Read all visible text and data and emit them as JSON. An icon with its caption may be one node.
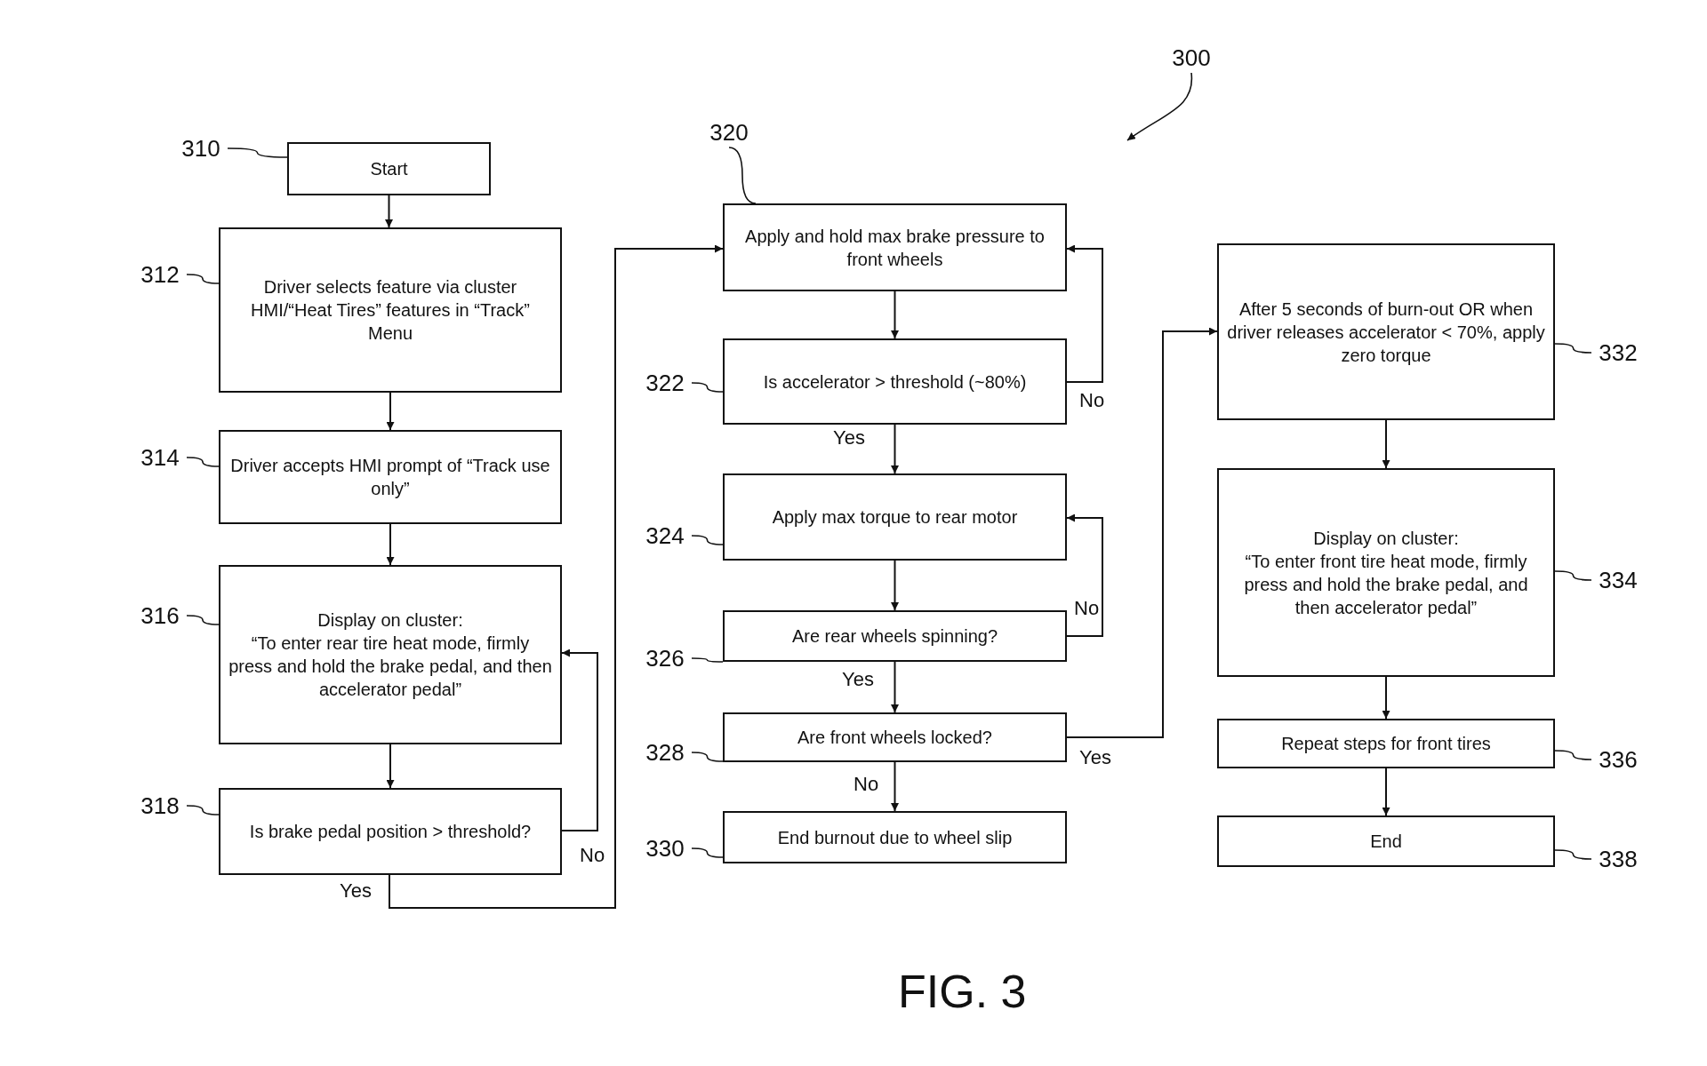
{
  "diagram": {
    "caption": "FIG. 3",
    "nodes": [
      {
        "text": [
          "Start"
        ]
      },
      {
        "text": [
          "Driver selects feature via cluster HMI/“Heat Tires” features in “Track” Menu"
        ]
      },
      {
        "text": [
          "Driver accepts HMI prompt of “Track use only”"
        ]
      },
      {
        "text": [
          "Display on cluster:",
          "“To enter rear tire heat mode, firmly press and hold the brake pedal, and then accelerator pedal”"
        ]
      },
      {
        "text": [
          "Is brake pedal position > threshold?"
        ]
      },
      {
        "text": [
          "Apply and hold max brake pressure to front wheels"
        ]
      },
      {
        "text": [
          "Is accelerator > threshold (~80%)"
        ]
      },
      {
        "text": [
          "Apply max torque to rear motor"
        ]
      },
      {
        "text": [
          "Are rear wheels spinning?"
        ]
      },
      {
        "text": [
          "Are front wheels locked?"
        ]
      },
      {
        "text": [
          "End burnout due to wheel slip"
        ]
      },
      {
        "text": [
          "After 5 seconds of burn-out OR when driver releases accelerator < 70%, apply zero torque"
        ]
      },
      {
        "text": [
          "Display on cluster:",
          "“To enter front tire heat mode, firmly press and hold the brake pedal, and then accelerator pedal”"
        ]
      },
      {
        "text": [
          "Repeat steps for front tires"
        ]
      },
      {
        "text": [
          "End"
        ]
      },
      {
        "text": [
          "310"
        ]
      },
      {
        "text": [
          "312"
        ]
      },
      {
        "text": [
          "314"
        ]
      },
      {
        "text": [
          "316"
        ]
      },
      {
        "text": [
          "318"
        ]
      },
      {
        "text": [
          "320"
        ]
      },
      {
        "text": [
          "322"
        ]
      },
      {
        "text": [
          "324"
        ]
      },
      {
        "text": [
          "326"
        ]
      },
      {
        "text": [
          "328"
        ]
      },
      {
        "text": [
          "330"
        ]
      },
      {
        "text": [
          "332"
        ]
      },
      {
        "text": [
          "334"
        ]
      },
      {
        "text": [
          "336"
        ]
      },
      {
        "text": [
          "338"
        ]
      },
      {
        "text": [
          "300"
        ]
      }
    ],
    "edges": [
      {
        "from": 0,
        "to": 1,
        "arrow": "to"
      },
      {
        "from": 1,
        "to": 2,
        "arrow": "to"
      },
      {
        "from": 2,
        "to": 3,
        "arrow": "to"
      },
      {
        "from": 3,
        "to": 4,
        "arrow": "to"
      },
      {
        "from": 4,
        "to": 3,
        "arrow": "to",
        "label": "No"
      },
      {
        "from": 4,
        "to": 5,
        "arrow": "to",
        "label": "Yes"
      },
      {
        "from": 5,
        "to": 6,
        "arrow": "to"
      },
      {
        "from": 6,
        "to": 7,
        "arrow": "to",
        "label": "Yes"
      },
      {
        "from": 6,
        "to": 5,
        "arrow": "to",
        "label": "No"
      },
      {
        "from": 7,
        "to": 8,
        "arrow": "to"
      },
      {
        "from": 8,
        "to": 7,
        "arrow": "to",
        "label": "No"
      },
      {
        "from": 8,
        "to": 9,
        "arrow": "to",
        "label": "Yes"
      },
      {
        "from": 9,
        "to": 10,
        "arrow": "to",
        "label": "No"
      },
      {
        "from": 9,
        "to": 11,
        "arrow": "to",
        "label": "Yes"
      },
      {
        "from": 11,
        "to": 12,
        "arrow": "to"
      },
      {
        "from": 12,
        "to": 13,
        "arrow": "to"
      },
      {
        "from": 13,
        "to": 14,
        "arrow": "to"
      },
      {
        "from": 15,
        "to": 0,
        "arrow": "none"
      },
      {
        "from": 16,
        "to": 1,
        "arrow": "none"
      },
      {
        "from": 17,
        "to": 2,
        "arrow": "none"
      },
      {
        "from": 18,
        "to": 3,
        "arrow": "none"
      },
      {
        "from": 19,
        "to": 4,
        "arrow": "none"
      },
      {
        "from": 20,
        "to": 5,
        "arrow": "none"
      },
      {
        "from": 21,
        "to": 6,
        "arrow": "none"
      },
      {
        "from": 22,
        "to": 7,
        "arrow": "none"
      },
      {
        "from": 23,
        "to": 8,
        "arrow": "none"
      },
      {
        "from": 24,
        "to": 9,
        "arrow": "none"
      },
      {
        "from": 25,
        "to": 10,
        "arrow": "none"
      },
      {
        "from": 26,
        "to": 11,
        "arrow": "none"
      },
      {
        "from": 27,
        "to": 12,
        "arrow": "none"
      },
      {
        "from": 28,
        "to": 13,
        "arrow": "none"
      },
      {
        "from": 29,
        "to": 14,
        "arrow": "none"
      },
      {
        "from": 30,
        "to": null,
        "arrow": "to"
      }
    ]
  }
}
